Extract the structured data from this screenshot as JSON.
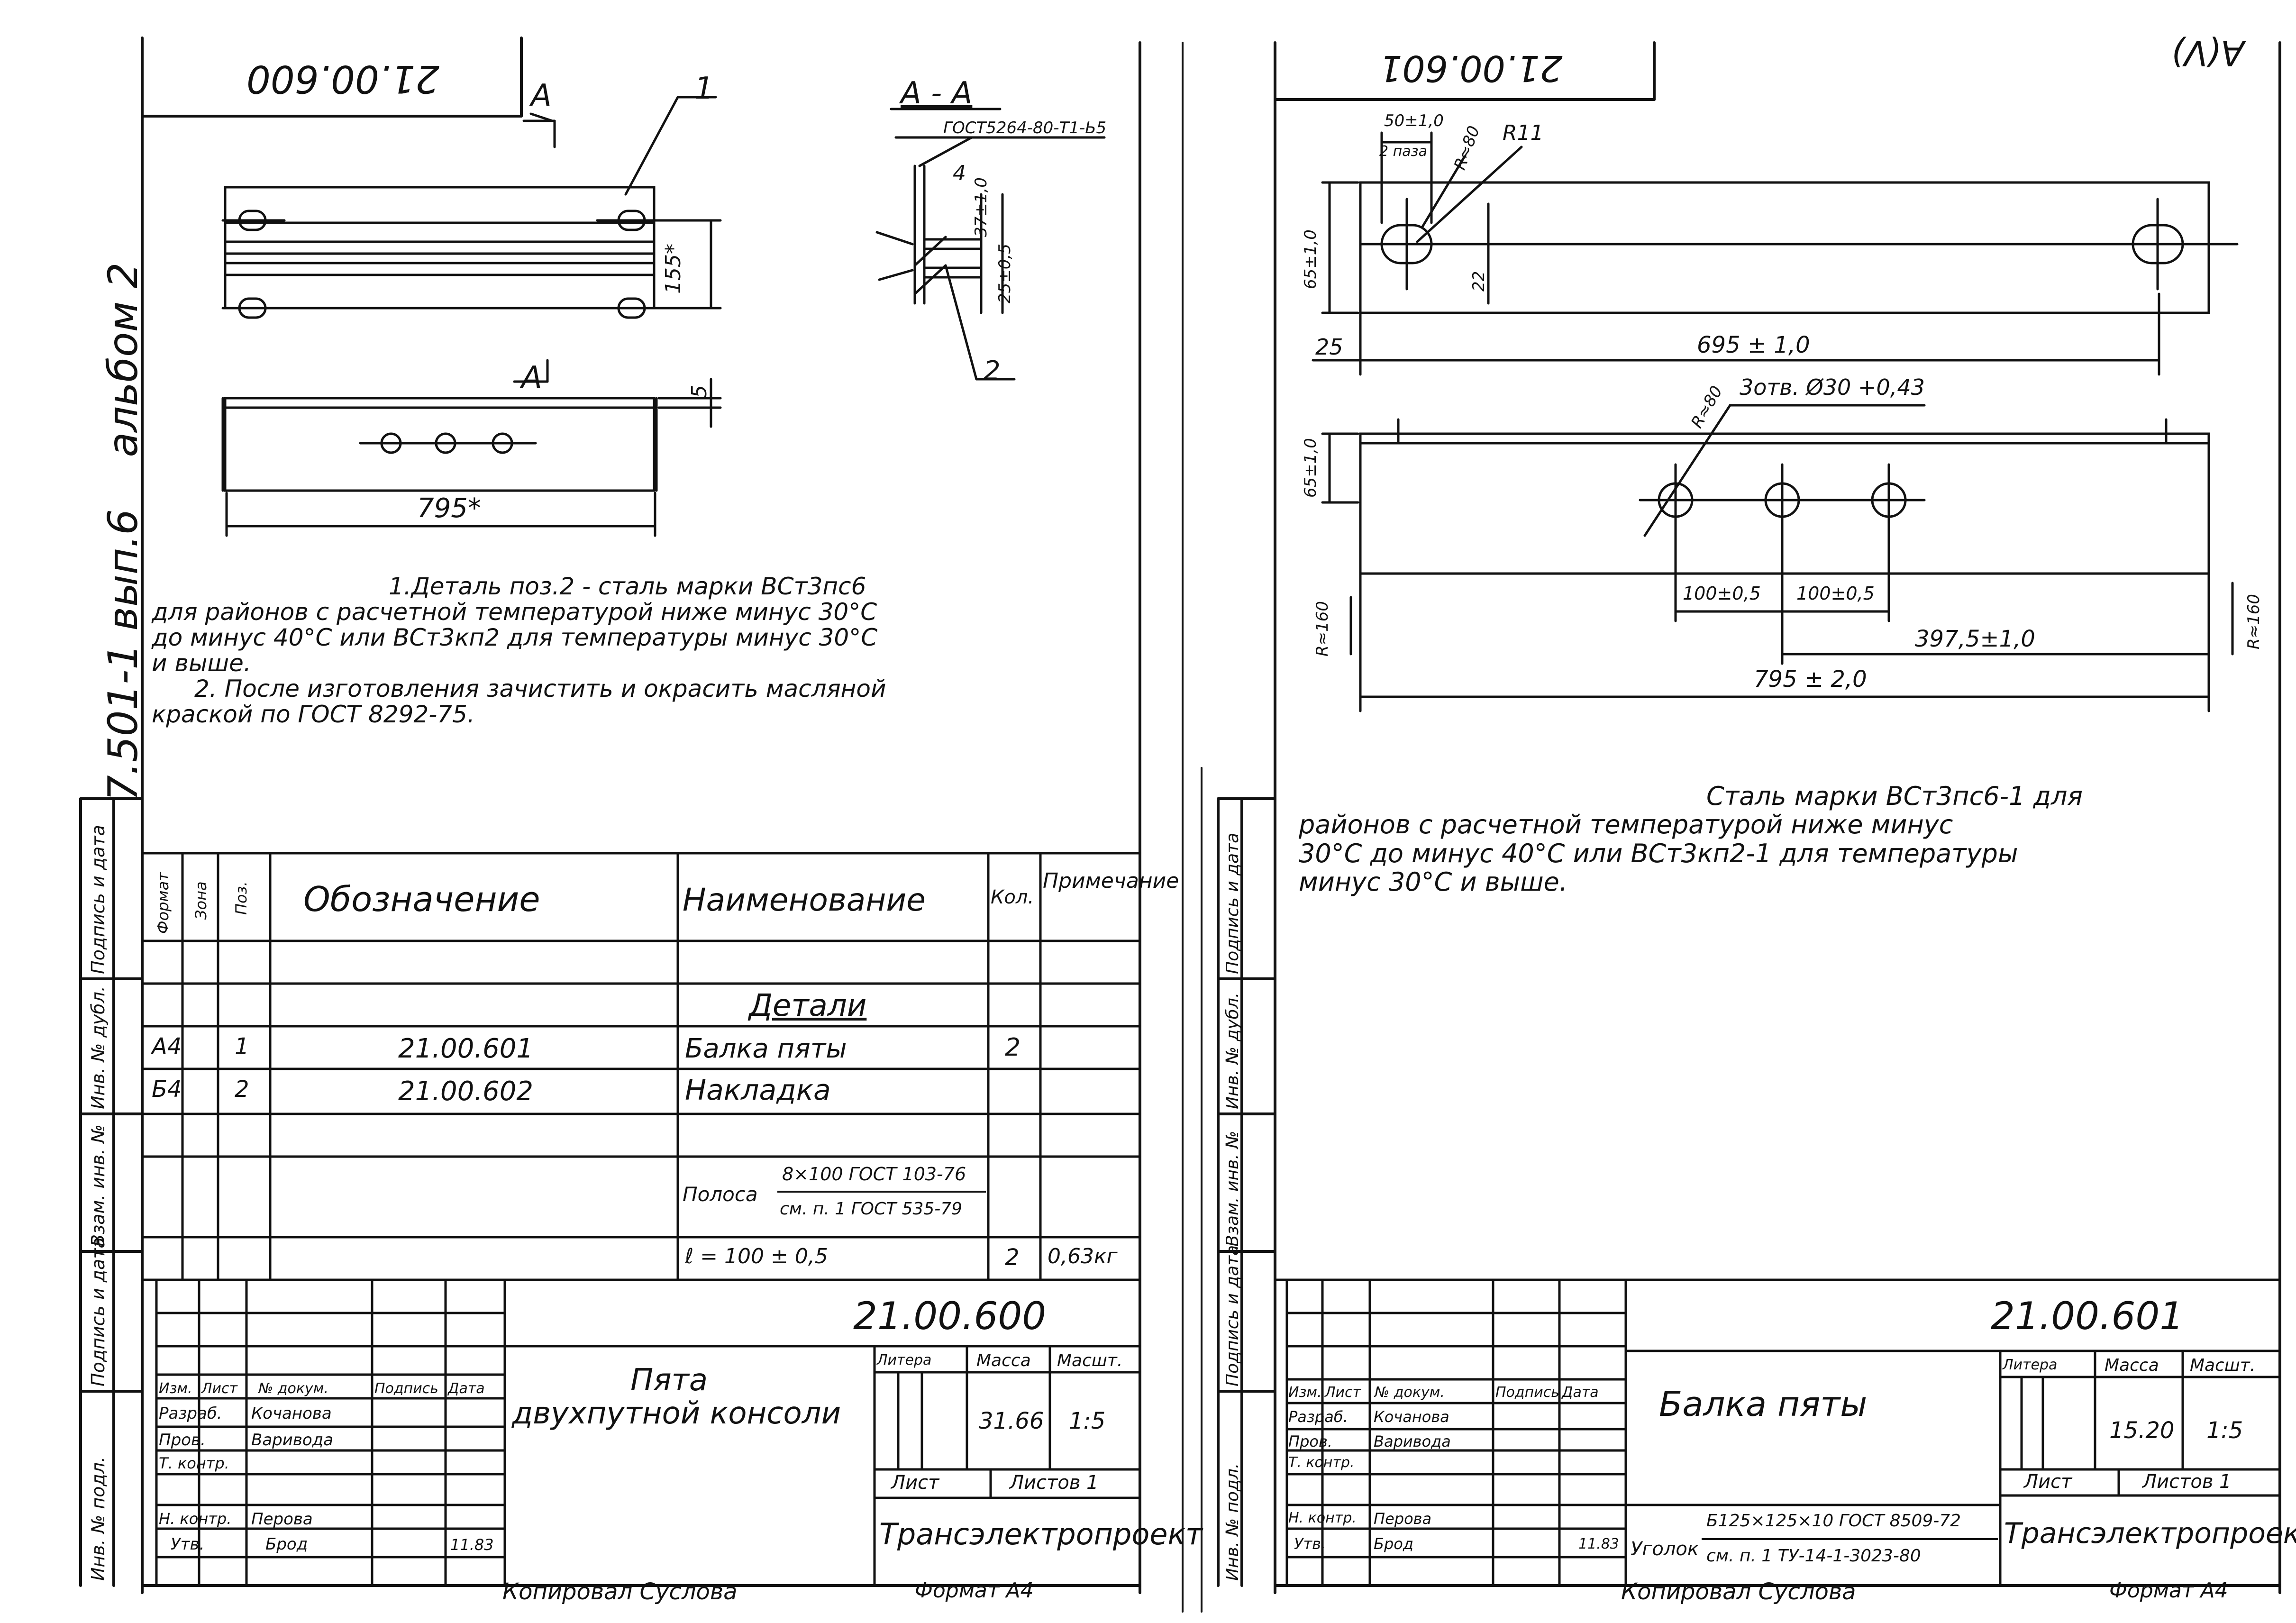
{
  "album": {
    "series": "7.501-1 вып.6",
    "album_label": "альбом 2"
  },
  "left_sheet": {
    "stamp_code": "21.00.600",
    "format_label": "Формат А4",
    "copied_by": "Копировал Суслова",
    "drawing": {
      "section_mark": "А",
      "section_title": "А - А",
      "position_1": "1",
      "position_2": "2",
      "position_4": "4",
      "weld_spec": "ГОСТ5264-80-Т1-Ь5",
      "dim_155": "155*",
      "dim_5": "5",
      "dim_795": "795*",
      "dim_37": "37±1,0",
      "dim_25": "25±0,5"
    },
    "notes": {
      "line1": "1.Деталь поз.2 - сталь марки ВСт3пс6",
      "line2": "для районов с расчетной температурой ниже минус 30°С",
      "line3": "до минус 40°С или ВСт3кп2 для температуры минус 30°С",
      "line4": "и выше.",
      "line5": "2. После изготовления зачистить и окрасить масляной",
      "line6": "краской по ГОСТ 8292-75."
    },
    "spec": {
      "headers": {
        "format": "Формат",
        "zone": "Зона",
        "pos": "Поз.",
        "designation": "Обозначение",
        "name": "Наименование",
        "qty": "Кол.",
        "note": "Примечание"
      },
      "section_title": "Детали",
      "rows": [
        {
          "format": "А4",
          "pos": "1",
          "designation": "21.00.601",
          "name": "Балка пяты",
          "qty": "2",
          "note": ""
        },
        {
          "format": "Б4",
          "pos": "2",
          "designation": "21.00.602",
          "name": "Накладка",
          "qty": "",
          "note": ""
        }
      ],
      "material": {
        "word": "Полоса",
        "top": "8×100 ГОСТ 103-76",
        "bottom": "см. п. 1 ГОСТ 535-79"
      },
      "length_row": {
        "name": "ℓ = 100 ± 0,5",
        "qty": "2",
        "note": "0,63кг"
      }
    },
    "title_block": {
      "code": "21.00.600",
      "title_line1": "Пята",
      "title_line2": "двухпутной консоли",
      "litera": "Литера",
      "mass_label": "Масса",
      "scale_label": "Масшт.",
      "mass": "31.66",
      "scale": "1:5",
      "sheet_label": "Лист",
      "sheets_label": "Листов 1",
      "org": "Трансэлектропроект",
      "col_izm": "Изм.",
      "col_list": "Лист",
      "col_doc": "№ докум.",
      "col_sign": "Подпись",
      "col_date": "Дата",
      "r1_role": "Разраб.",
      "r1_name": "Кочанова",
      "r2_role": "Пров.",
      "r2_name": "Варивода",
      "r3_role": "Т. контр.",
      "r3_name": "",
      "r4_role": "Н. контр.",
      "r4_name": "Перова",
      "r5_role": "Утв.",
      "r5_name": "Брод",
      "r5_date": "11.83"
    },
    "side_labels": [
      "Подпись и дата",
      "Инв. № дубл.",
      "Взам. инв. №",
      "Подпись и дата",
      "Инв. № подл."
    ]
  },
  "right_sheet": {
    "stamp_code": "21.00.601",
    "corner_mark": "А(V)",
    "format_label": "Формат А4",
    "copied_by": "Копировал Суслова",
    "drawing": {
      "dim_50": "50±1,0",
      "dim_2paza": "2 паза",
      "r80_top": "R≈80",
      "r11": "R11",
      "dim_65_top": "65±1,0",
      "dim_22": "22",
      "dim_25": "25",
      "dim_695": "695 ± 1,0",
      "r80_mid": "R≈80",
      "holes": "3отв. Ø30 +0,43",
      "dim_65_bot": "65±1,0",
      "r160_left": "R≈160",
      "r160_right": "R≈160",
      "dim_100a": "100±0,5",
      "dim_100b": "100±0,5",
      "dim_3975": "397,5±1,0",
      "dim_795": "795 ± 2,0"
    },
    "notes": {
      "line1": "Сталь марки ВСт3пс6-1 для",
      "line2": "районов с расчетной температурой ниже минус",
      "line3": "30°С до минус 40°С или ВСт3кп2-1 для температуры",
      "line4": "минус 30°С и выше."
    },
    "title_block": {
      "code": "21.00.601",
      "title": "Балка пяты",
      "litera": "Литера",
      "mass_label": "Масса",
      "scale_label": "Масшт.",
      "mass": "15.20",
      "scale": "1:5",
      "sheet_label": "Лист",
      "sheets_label": "Листов 1",
      "org": "Трансэлектропроект",
      "material_word": "Уголок",
      "material_top": "Б125×125×10 ГОСТ 8509-72",
      "material_bottom": "см. п. 1 ТУ-14-1-3023-80",
      "col_izm": "Изм.",
      "col_list": "Лист",
      "col_doc": "№ докум.",
      "col_sign": "Подпись",
      "col_date": "Дата",
      "r1_role": "Разраб.",
      "r1_name": "Кочанова",
      "r2_role": "Пров.",
      "r2_name": "Варивода",
      "r3_role": "Т. контр.",
      "r3_name": "",
      "r4_role": "Н. контр.",
      "r4_name": "Перова",
      "r5_role": "Утв.",
      "r5_name": "Брод",
      "r5_date": "11.83"
    },
    "side_labels": [
      "Подпись и дата",
      "Инв. № дубл.",
      "Взам. инв. №",
      "Подпись и дата",
      "Инв. № подл."
    ]
  }
}
